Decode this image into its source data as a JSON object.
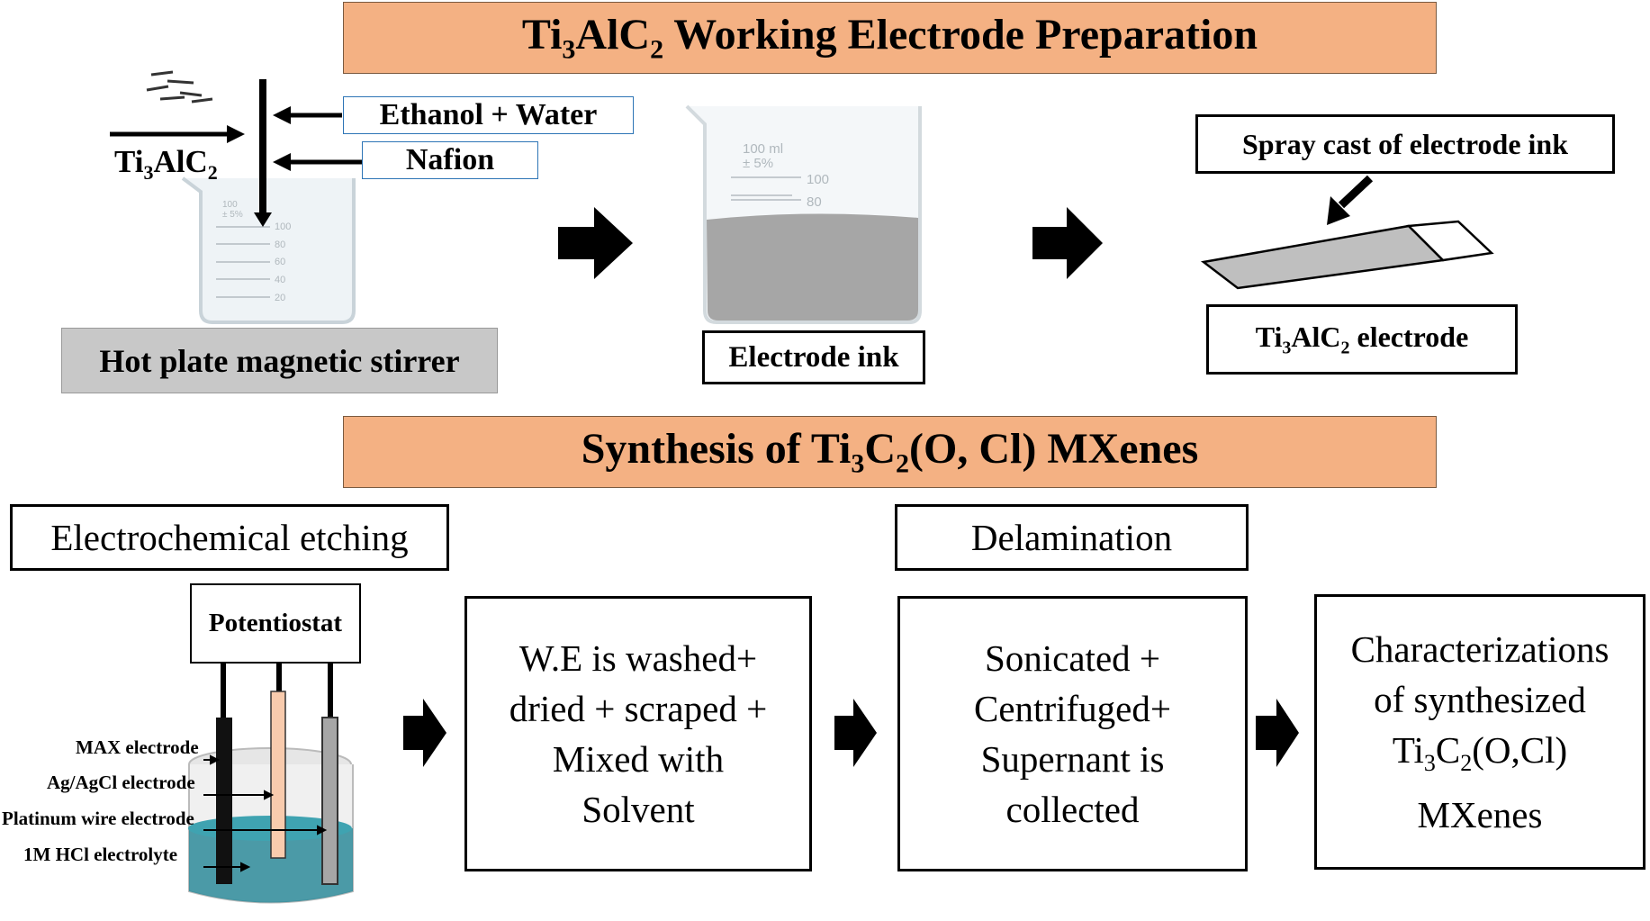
{
  "top_banner": {
    "pre": "Ti",
    "sub1": "3",
    "mid": "AlC",
    "sub2": "2",
    "post": " Working Electrode Preparation"
  },
  "precursor": {
    "pre": "Ti",
    "sub1": "3",
    "mid": "AlC",
    "sub2": "2"
  },
  "additive_1": "Ethanol + Water",
  "additive_2": "Nafion",
  "stirrer_label": "Hot plate magnetic stirrer",
  "ink_label": "Electrode ink",
  "spray_label": "Spray cast of electrode ink",
  "electrode_label": {
    "pre": "Ti",
    "sub1": "3",
    "mid": "AlC",
    "sub2": "2",
    "post": " electrode"
  },
  "beaker_small_marks": [
    "100",
    "80",
    "60",
    "40",
    "20"
  ],
  "beaker_small_text": [
    "100",
    "± 5%"
  ],
  "beaker_large_text": [
    "100 ml",
    "± 5%"
  ],
  "beaker_large_marks": [
    "100",
    "80"
  ],
  "bottom_banner": {
    "pre": "Synthesis of Ti",
    "sub1": "3",
    "mid": "C",
    "sub2": "2",
    "post": "(O, Cl) MXenes"
  },
  "etching_title": "Electrochemical etching",
  "delamination_title": "Delamination",
  "potentiostat": "Potentiostat",
  "cell_labels": [
    "MAX electrode",
    "Ag/AgCl electrode",
    "Platinum wire electrode",
    "1M HCl electrolyte"
  ],
  "step_wash": [
    "W.E is washed+",
    "dried + scraped +",
    "Mixed with",
    "Solvent"
  ],
  "step_sonicate": [
    "Sonicated +",
    "Centrifuged+",
    "Supernant is",
    "collected"
  ],
  "step_char": {
    "line1": "Characterizations",
    "line2": "of synthesized",
    "line3_pre": "Ti",
    "line3_sub1": "3",
    "line3_mid": "C",
    "line3_sub2": "2",
    "line3_post": "(O,Cl)",
    "line4": "MXenes"
  },
  "colors": {
    "banner": "#f4b183",
    "ink": "#a6a6a6",
    "stirrer": "#c8c8c8",
    "electrolyte": "#2e8b9a",
    "ag_electrode": "#f8cbad"
  }
}
